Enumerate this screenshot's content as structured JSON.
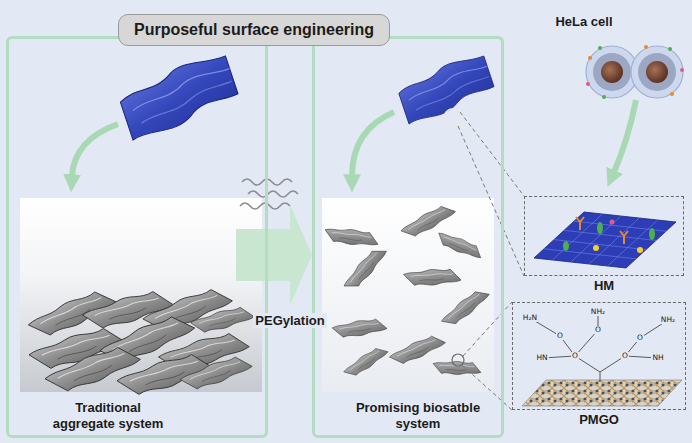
{
  "diagram": {
    "nodes": [
      {
        "text": [
          "Purposeful surface engineering"
        ]
      },
      {
        "text": [
          "Traditional aggregate system"
        ]
      },
      {
        "text": [
          "Promising biosatble system"
        ]
      },
      {
        "text": [
          "HM"
        ]
      },
      {
        "text": [
          "PMGO"
        ]
      }
    ],
    "edges": [
      {
        "from": 1,
        "to": 2,
        "arrow": "to",
        "label": "PEGylation"
      }
    ],
    "labels": [
      "HeLa cell",
      "H₂N",
      "NH₂",
      "NH₂",
      "O",
      "O",
      "O",
      "O",
      "O",
      "NH",
      "HN"
    ]
  }
}
